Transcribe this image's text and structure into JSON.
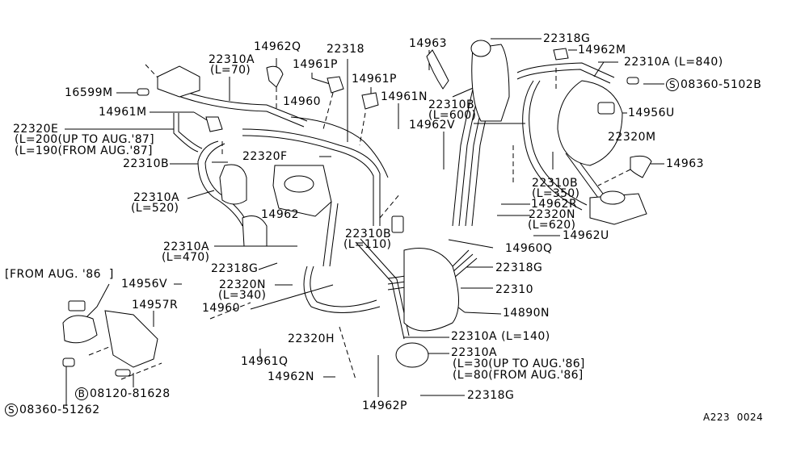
{
  "diagram": {
    "title_note": "[FROM AUG. '86  ]",
    "footer_code": "A223  0024",
    "labels": [
      {
        "id": "16599M",
        "text": "16599M"
      },
      {
        "id": "22310A-70",
        "text": "22310A",
        "sub": [
          "(L=70)"
        ]
      },
      {
        "id": "14962Q",
        "text": "14962Q"
      },
      {
        "id": "14961P-a",
        "text": "14961P"
      },
      {
        "id": "22318",
        "text": "22318"
      },
      {
        "id": "14961P-b",
        "text": "14961P"
      },
      {
        "id": "14963-a",
        "text": "14963"
      },
      {
        "id": "22318G-a",
        "text": "22318G"
      },
      {
        "id": "14962M",
        "text": "14962M"
      },
      {
        "id": "22310A-840",
        "text": "22310A (L=840)"
      },
      {
        "id": "08360-5102B",
        "text": "08360-5102B",
        "badge": "S"
      },
      {
        "id": "14956U",
        "text": "14956U"
      },
      {
        "id": "14961M",
        "text": "14961M"
      },
      {
        "id": "14960-a",
        "text": "14960"
      },
      {
        "id": "14961N",
        "text": "14961N"
      },
      {
        "id": "22310B-600",
        "text": "22310B",
        "sub": [
          "(L=600)"
        ]
      },
      {
        "id": "14962V",
        "text": "14962V"
      },
      {
        "id": "22320E",
        "text": "22320E",
        "sub": [
          "(L=200(UP TO AUG.'87]",
          "(L=190(FROM AUG.'87]"
        ]
      },
      {
        "id": "22320M",
        "text": "22320M"
      },
      {
        "id": "22310B-a",
        "text": "22310B"
      },
      {
        "id": "22320F",
        "text": "22320F"
      },
      {
        "id": "14963-b",
        "text": "14963"
      },
      {
        "id": "22310B-350",
        "text": "22310B",
        "sub": [
          "(L=350)"
        ]
      },
      {
        "id": "22310A-520",
        "text": "22310A",
        "sub": [
          "(L=520)"
        ]
      },
      {
        "id": "14962R",
        "text": "14962R"
      },
      {
        "id": "22320N-620",
        "text": "22320N",
        "sub": [
          "(L=620)"
        ]
      },
      {
        "id": "14962",
        "text": "14962"
      },
      {
        "id": "14962U",
        "text": "14962U"
      },
      {
        "id": "22310B-110",
        "text": "22310B",
        "sub": [
          "(L=110)"
        ]
      },
      {
        "id": "14960Q",
        "text": "14960Q"
      },
      {
        "id": "22310A-470",
        "text": "22310A",
        "sub": [
          "(L=470)"
        ]
      },
      {
        "id": "22318G-b",
        "text": "22318G"
      },
      {
        "id": "22318G-c",
        "text": "22318G"
      },
      {
        "id": "14956V",
        "text": "14956V"
      },
      {
        "id": "22320N-340",
        "text": "22320N",
        "sub": [
          "(L=340)"
        ]
      },
      {
        "id": "22310",
        "text": "22310"
      },
      {
        "id": "14957R",
        "text": "14957R"
      },
      {
        "id": "14960-b",
        "text": "14960"
      },
      {
        "id": "14890N",
        "text": "14890N"
      },
      {
        "id": "22310A-140",
        "text": "22310A (L=140)"
      },
      {
        "id": "22320H",
        "text": "22320H"
      },
      {
        "id": "22310A-30",
        "text": "22310A",
        "sub": [
          "(L=30(UP TO AUG.'86]",
          "(L=80(FROM AUG.'86]"
        ]
      },
      {
        "id": "14961Q",
        "text": "14961Q"
      },
      {
        "id": "14962N",
        "text": "14962N"
      },
      {
        "id": "08120-81628",
        "text": "08120-81628",
        "badge": "B"
      },
      {
        "id": "22318G-d",
        "text": "22318G"
      },
      {
        "id": "08360-51262",
        "text": "08360-51262",
        "badge": "S"
      },
      {
        "id": "14962P",
        "text": "14962P"
      }
    ]
  }
}
